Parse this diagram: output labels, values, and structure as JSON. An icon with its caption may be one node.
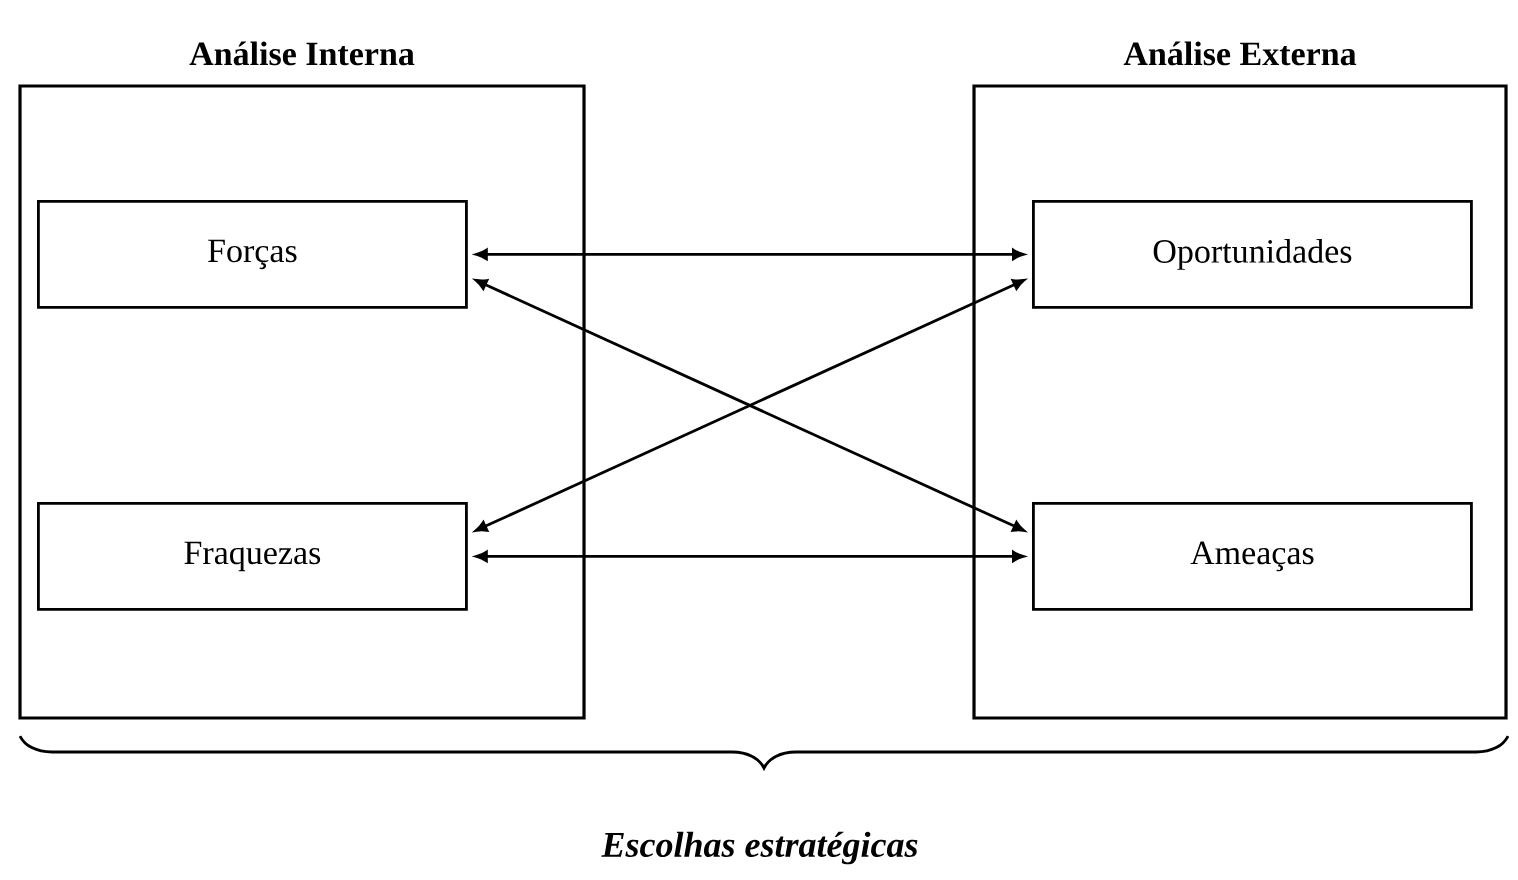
{
  "diagram": {
    "caption": "Escolhas estratégicas",
    "nodes": [
      {
        "text": [
          "Análise Interna"
        ]
      },
      {
        "text": [
          "Forças"
        ],
        "in": 0
      },
      {
        "text": [
          "Fraquezas"
        ],
        "in": 0
      },
      {
        "text": [
          "Análise Externa"
        ]
      },
      {
        "text": [
          "Oportunidades"
        ],
        "in": 3
      },
      {
        "text": [
          "Ameaças"
        ],
        "in": 3
      }
    ],
    "edges": [
      {
        "from": 1,
        "to": 4,
        "arrow": "both"
      },
      {
        "from": 1,
        "to": 5,
        "arrow": "both"
      },
      {
        "from": 2,
        "to": 4,
        "arrow": "both"
      },
      {
        "from": 2,
        "to": 5,
        "arrow": "both"
      }
    ]
  }
}
